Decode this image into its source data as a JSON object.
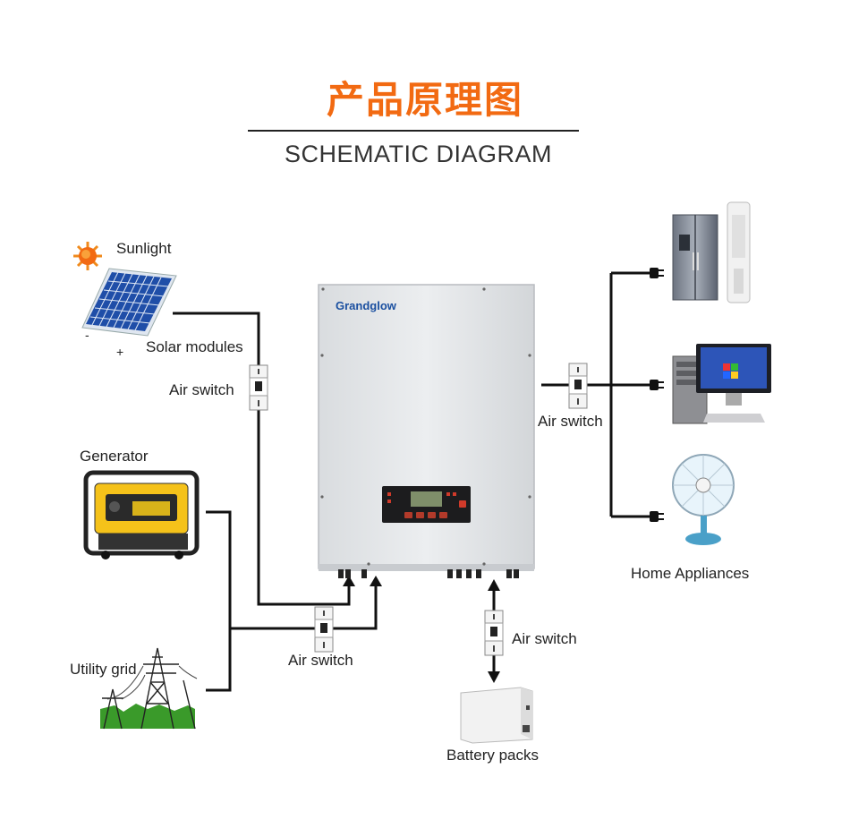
{
  "header": {
    "title_cn": "产品原理图",
    "title_en": "SCHEMATIC DIAGRAM"
  },
  "inverter": {
    "brand": "Grandglow"
  },
  "labels": {
    "sunlight": "Sunlight",
    "solar_modules": "Solar modules",
    "air_switch_solar": "Air switch",
    "generator": "Generator",
    "utility_grid": "Utility grid",
    "air_switch_input": "Air switch",
    "air_switch_output": "Air switch",
    "home_appliances": "Home Appliances",
    "air_switch_battery": "Air switch",
    "battery_packs": "Battery packs",
    "solar_minus": "-",
    "solar_plus": "+"
  },
  "colors": {
    "title_accent": "#f26a12",
    "wire": "#111111",
    "inverter_body": "#e6e8ea",
    "brand_blue": "#1a4fa0",
    "brand_orange": "#f08a1c",
    "solar_blue": "#1f4ea8",
    "generator_yellow": "#f5c21a",
    "grass_green": "#3a9a2a"
  }
}
